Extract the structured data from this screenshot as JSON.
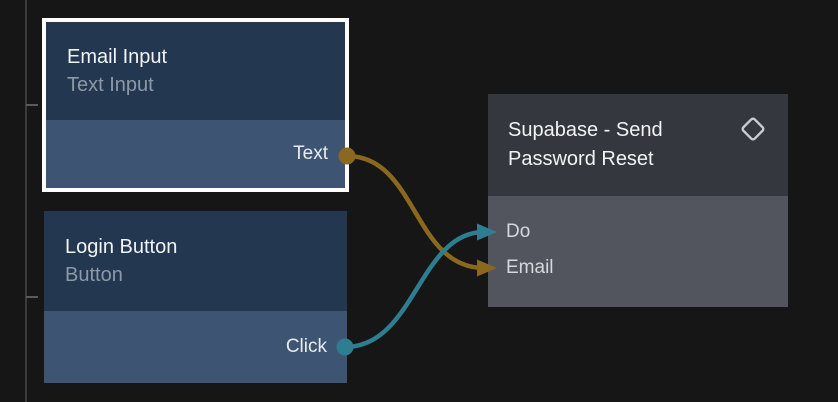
{
  "canvas": {
    "background_color": "#161616"
  },
  "nodes": [
    {
      "title": "Email Input",
      "subtitle": "Text Input",
      "selected": true,
      "colors": {
        "header": "#233750",
        "body": "#3d5573"
      },
      "ports": [
        {
          "label": "Text",
          "direction": "output",
          "color": "#8a691f"
        }
      ]
    },
    {
      "title": "Login Button",
      "subtitle": "Button",
      "selected": false,
      "colors": {
        "header": "#233750",
        "body": "#3d5573"
      },
      "ports": [
        {
          "label": "Click",
          "direction": "output",
          "color": "#2e7e92"
        }
      ]
    },
    {
      "title": "Supabase - Send Password Reset",
      "icon": "diamond-icon",
      "selected": false,
      "colors": {
        "header": "#34373e",
        "body": "#52555e",
        "icon_stroke": "#c9ccd1"
      },
      "ports": [
        {
          "label": "Do",
          "direction": "input",
          "color": "#2e7e92"
        },
        {
          "label": "Email",
          "direction": "input",
          "color": "#8a691f"
        }
      ]
    }
  ],
  "connections": [
    {
      "from_node": "Email Input",
      "from_port": "Text",
      "to_node": "Supabase - Send Password Reset",
      "to_port": "Email",
      "color": "#8a691f"
    },
    {
      "from_node": "Login Button",
      "from_port": "Click",
      "to_node": "Supabase - Send Password Reset",
      "to_port": "Do",
      "color": "#2e7e92"
    }
  ]
}
